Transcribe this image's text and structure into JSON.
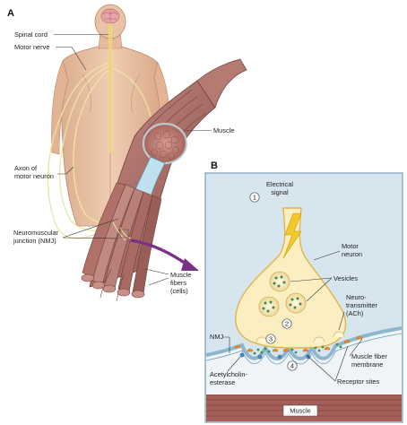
{
  "panel_a": {
    "letter": "A",
    "spinal_cord": "Spinal cord",
    "motor_nerve": "Motor nerve",
    "muscle": "Muscle",
    "axon": [
      "Axon of",
      "motor neuron"
    ],
    "nmj": [
      "Neuromuscular",
      "junction (NMJ)"
    ],
    "fibers": [
      "Muscle",
      "fibers",
      "(cells)"
    ]
  },
  "panel_b": {
    "letter": "B",
    "step1": "1",
    "step2": "2",
    "step3": "3",
    "step4": "4",
    "electrical_signal": [
      "Electrical",
      "signal"
    ],
    "motor_neuron": [
      "Motor",
      "neuron"
    ],
    "vesicles": "Vesicles",
    "neurotransmitter": [
      "Neuro-",
      "transmitter",
      "(ACh)"
    ],
    "nmj": "NMJ",
    "membrane": [
      "Muscle fiber",
      "membrane"
    ],
    "esterase": [
      "Acetylcholin-",
      "esterase"
    ],
    "receptor_sites": "Receptor sites",
    "muscle": "Muscle"
  },
  "colors": {
    "skin": "#e9c3a6",
    "muscle": "#a86a63",
    "muscle_dark": "#7f4a45",
    "nerve": "#f3dc7e",
    "panel_bg": "#d7e6ee",
    "panel_border": "#7a9fb4",
    "neuron": "#fbefc2",
    "neuron_edge": "#e0b44c",
    "membrane": "#90b9cf",
    "arrow": "#7b2f86",
    "signal": "#f2c928"
  }
}
